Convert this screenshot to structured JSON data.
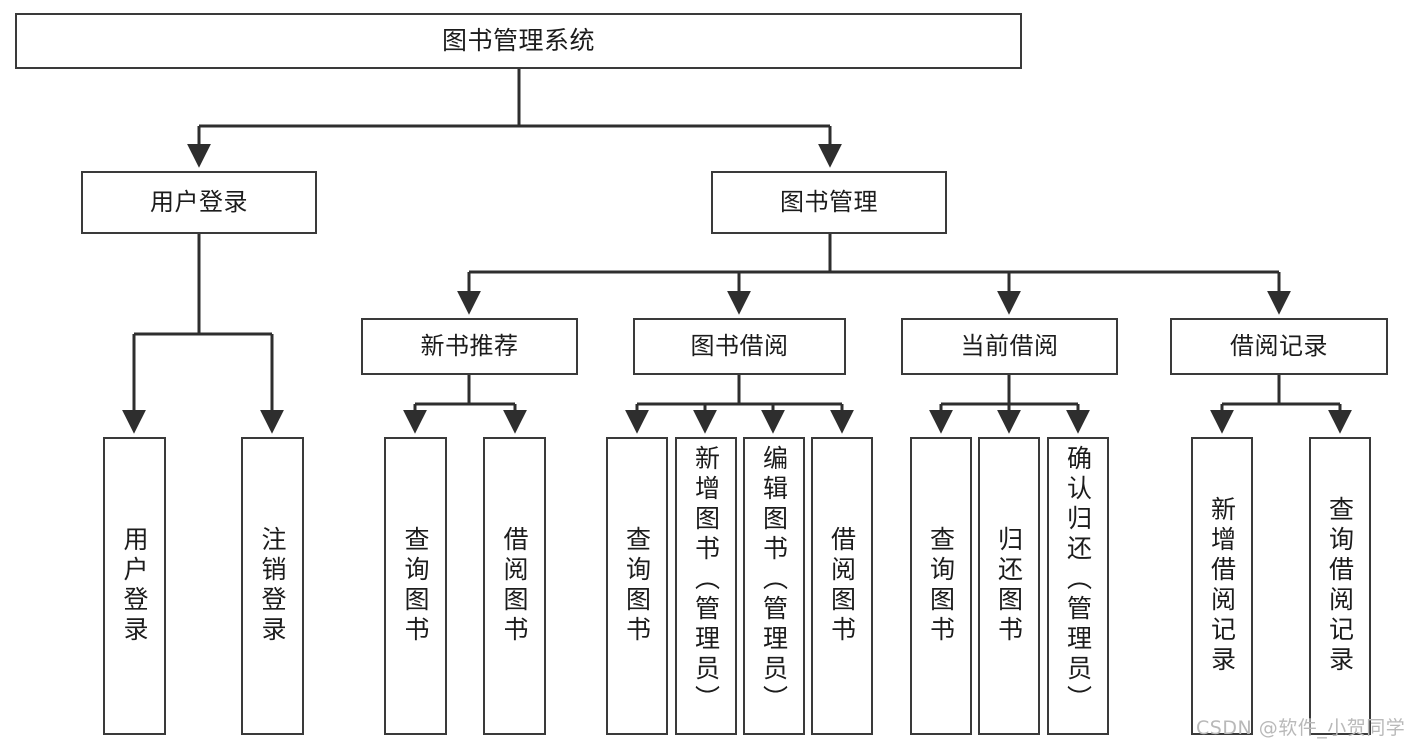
{
  "diagram": {
    "type": "tree-hierarchy",
    "title": "图书管理系统",
    "watermark": "CSDN @软件_小贺同学",
    "colors": {
      "box_border": "#3a3a3a",
      "box_fill": "#ffffff",
      "connector": "#2e2e2e",
      "text": "#1c1c1c",
      "watermark": "#b9b9b9",
      "background": "#ffffff"
    },
    "nodes": {
      "root": {
        "label": "图书管理系统"
      },
      "level2": [
        {
          "id": "user-login",
          "label": "用户登录"
        },
        {
          "id": "book-manage",
          "label": "图书管理"
        }
      ],
      "level3": [
        {
          "id": "new-book-recommend",
          "label": "新书推荐"
        },
        {
          "id": "book-borrow",
          "label": "图书借阅"
        },
        {
          "id": "current-borrow",
          "label": "当前借阅"
        },
        {
          "id": "borrow-record",
          "label": "借阅记录"
        }
      ],
      "leaves": {
        "user_login": [
          {
            "id": "leaf-user-login",
            "label": "用户登录"
          },
          {
            "id": "leaf-logout",
            "label": "注销登录"
          }
        ],
        "new_book_recommend": [
          {
            "id": "leaf-query-book-1",
            "label": "查询图书"
          },
          {
            "id": "leaf-borrow-book-1",
            "label": "借阅图书"
          }
        ],
        "book_borrow": [
          {
            "id": "leaf-query-book-2",
            "label": "查询图书"
          },
          {
            "id": "leaf-add-book-admin",
            "label": "新增图书（管理员）"
          },
          {
            "id": "leaf-edit-book-admin",
            "label": "编辑图书（管理员）"
          },
          {
            "id": "leaf-borrow-book-2",
            "label": "借阅图书"
          }
        ],
        "current_borrow": [
          {
            "id": "leaf-query-book-3",
            "label": "查询图书"
          },
          {
            "id": "leaf-return-book",
            "label": "归还图书"
          },
          {
            "id": "leaf-confirm-return-admin",
            "label": "确认归还（管理员）"
          }
        ],
        "borrow_record": [
          {
            "id": "leaf-add-borrow-record",
            "label": "新增借阅记录"
          },
          {
            "id": "leaf-query-borrow-record",
            "label": "查询借阅记录"
          }
        ]
      }
    }
  }
}
